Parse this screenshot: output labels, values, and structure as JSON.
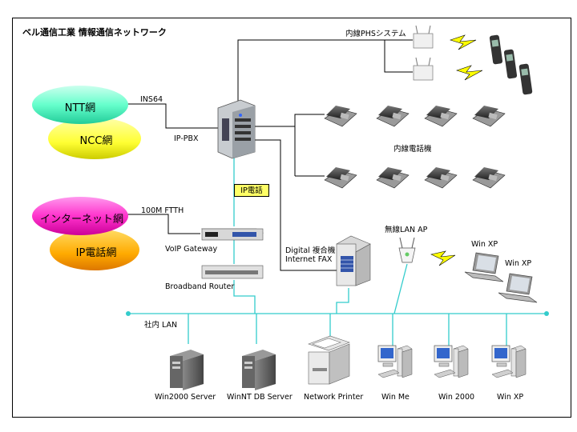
{
  "title": "ベル通信工業  情報通信ネットワーク",
  "clouds": {
    "ntt": "NTT網",
    "ncc": "NCC網",
    "internet": "インターネット網",
    "ipphone_net": "IP電話網"
  },
  "links": {
    "ins64": "INS64",
    "ftth": "100M FTTH",
    "ipphone_callout": "IP電話"
  },
  "devices": {
    "ip_pbx": "IP-PBX",
    "voip_gateway": "VoIP Gateway",
    "broadband_router": "Broadband Router",
    "phs_system": "内線PHSシステム",
    "extension_phones": "内線電話機",
    "digital_mfp_line1": "Digital 複合機",
    "digital_mfp_line2": "Internet FAX",
    "wireless_ap": "無線LAN AP",
    "lan": "社内 LAN"
  },
  "laptops": [
    "Win XP",
    "Win XP"
  ],
  "lan_nodes": [
    "Win2000 Server",
    "WinNT DB Server",
    "Network Printer",
    "Win Me",
    "Win 2000",
    "Win XP"
  ],
  "colors": {
    "ntt": "#66ffcc",
    "ncc": "#ffff33",
    "internet": "#ff33cc",
    "ipphone_net": "#ffaa00",
    "lan_line": "#33cccc",
    "lightning": "#ffff00"
  }
}
